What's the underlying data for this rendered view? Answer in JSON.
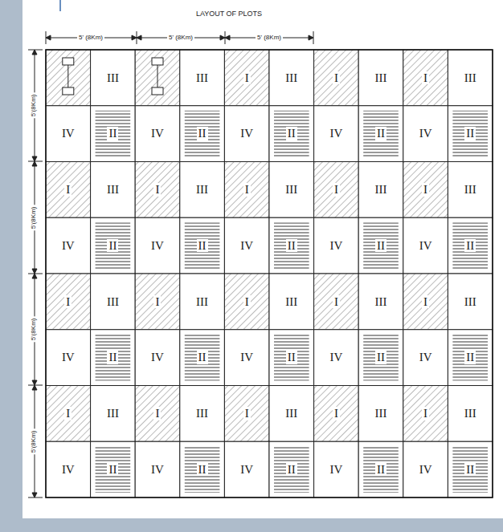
{
  "diagram": {
    "nodes": [
      {
        "text": [
          "III"
        ]
      },
      {
        "text": [
          "III"
        ]
      },
      {
        "text": [
          "I"
        ]
      },
      {
        "text": [
          "III"
        ]
      },
      {
        "text": [
          "I"
        ]
      },
      {
        "text": [
          "III"
        ]
      },
      {
        "text": [
          "I"
        ]
      },
      {
        "text": [
          "III"
        ]
      },
      {
        "text": [
          "IV"
        ]
      },
      {
        "text": [
          "II"
        ]
      },
      {
        "text": [
          "IV"
        ]
      },
      {
        "text": [
          "II"
        ]
      },
      {
        "text": [
          "IV"
        ]
      },
      {
        "text": [
          "II"
        ]
      },
      {
        "text": [
          "IV"
        ]
      },
      {
        "text": [
          "II"
        ]
      },
      {
        "text": [
          "IV"
        ]
      },
      {
        "text": [
          "II"
        ]
      },
      {
        "text": [
          "I"
        ]
      },
      {
        "text": [
          "III"
        ]
      },
      {
        "text": [
          "I"
        ]
      },
      {
        "text": [
          "III"
        ]
      },
      {
        "text": [
          "I"
        ]
      },
      {
        "text": [
          "III"
        ]
      },
      {
        "text": [
          "I"
        ]
      },
      {
        "text": [
          "III"
        ]
      },
      {
        "text": [
          "I"
        ]
      },
      {
        "text": [
          "III"
        ]
      },
      {
        "text": [
          "IV"
        ]
      },
      {
        "text": [
          "II"
        ]
      },
      {
        "text": [
          "IV"
        ]
      },
      {
        "text": [
          "II"
        ]
      },
      {
        "text": [
          "IV"
        ]
      },
      {
        "text": [
          "II"
        ]
      },
      {
        "text": [
          "IV"
        ]
      },
      {
        "text": [
          "II"
        ]
      },
      {
        "text": [
          "IV"
        ]
      },
      {
        "text": [
          "II"
        ]
      },
      {
        "text": [
          "I"
        ]
      },
      {
        "text": [
          "III"
        ]
      },
      {
        "text": [
          "I"
        ]
      },
      {
        "text": [
          "III"
        ]
      },
      {
        "text": [
          "I"
        ]
      },
      {
        "text": [
          "III"
        ]
      },
      {
        "text": [
          "I"
        ]
      },
      {
        "text": [
          "III"
        ]
      },
      {
        "text": [
          "I"
        ]
      },
      {
        "text": [
          "III"
        ]
      },
      {
        "text": [
          "IV"
        ]
      },
      {
        "text": [
          "II"
        ]
      },
      {
        "text": [
          "IV"
        ]
      },
      {
        "text": [
          "II"
        ]
      },
      {
        "text": [
          "IV"
        ]
      },
      {
        "text": [
          "II"
        ]
      },
      {
        "text": [
          "IV"
        ]
      },
      {
        "text": [
          "II"
        ]
      },
      {
        "text": [
          "IV"
        ]
      },
      {
        "text": [
          "II"
        ]
      },
      {
        "text": [
          "I"
        ]
      },
      {
        "text": [
          "III"
        ]
      },
      {
        "text": [
          "I"
        ]
      },
      {
        "text": [
          "III"
        ]
      },
      {
        "text": [
          "I"
        ]
      },
      {
        "text": [
          "III"
        ]
      },
      {
        "text": [
          "I"
        ]
      },
      {
        "text": [
          "III"
        ]
      },
      {
        "text": [
          "I"
        ]
      },
      {
        "text": [
          "III"
        ]
      },
      {
        "text": [
          "IV"
        ]
      },
      {
        "text": [
          "II"
        ]
      },
      {
        "text": [
          "IV"
        ]
      },
      {
        "text": [
          "II"
        ]
      },
      {
        "text": [
          "IV"
        ]
      },
      {
        "text": [
          "II"
        ]
      },
      {
        "text": [
          "IV"
        ]
      },
      {
        "text": [
          "II"
        ]
      },
      {
        "text": [
          "IV"
        ]
      },
      {
        "text": [
          "II"
        ]
      }
    ],
    "labels": [
      "LAYOUT OF PLOTS",
      "5' (8Km)",
      "5' (8Km)",
      "5' (8Km)",
      "5'(8Km)",
      "5'(8Km)",
      "5'(8Km)",
      "5'(8Km)"
    ]
  }
}
